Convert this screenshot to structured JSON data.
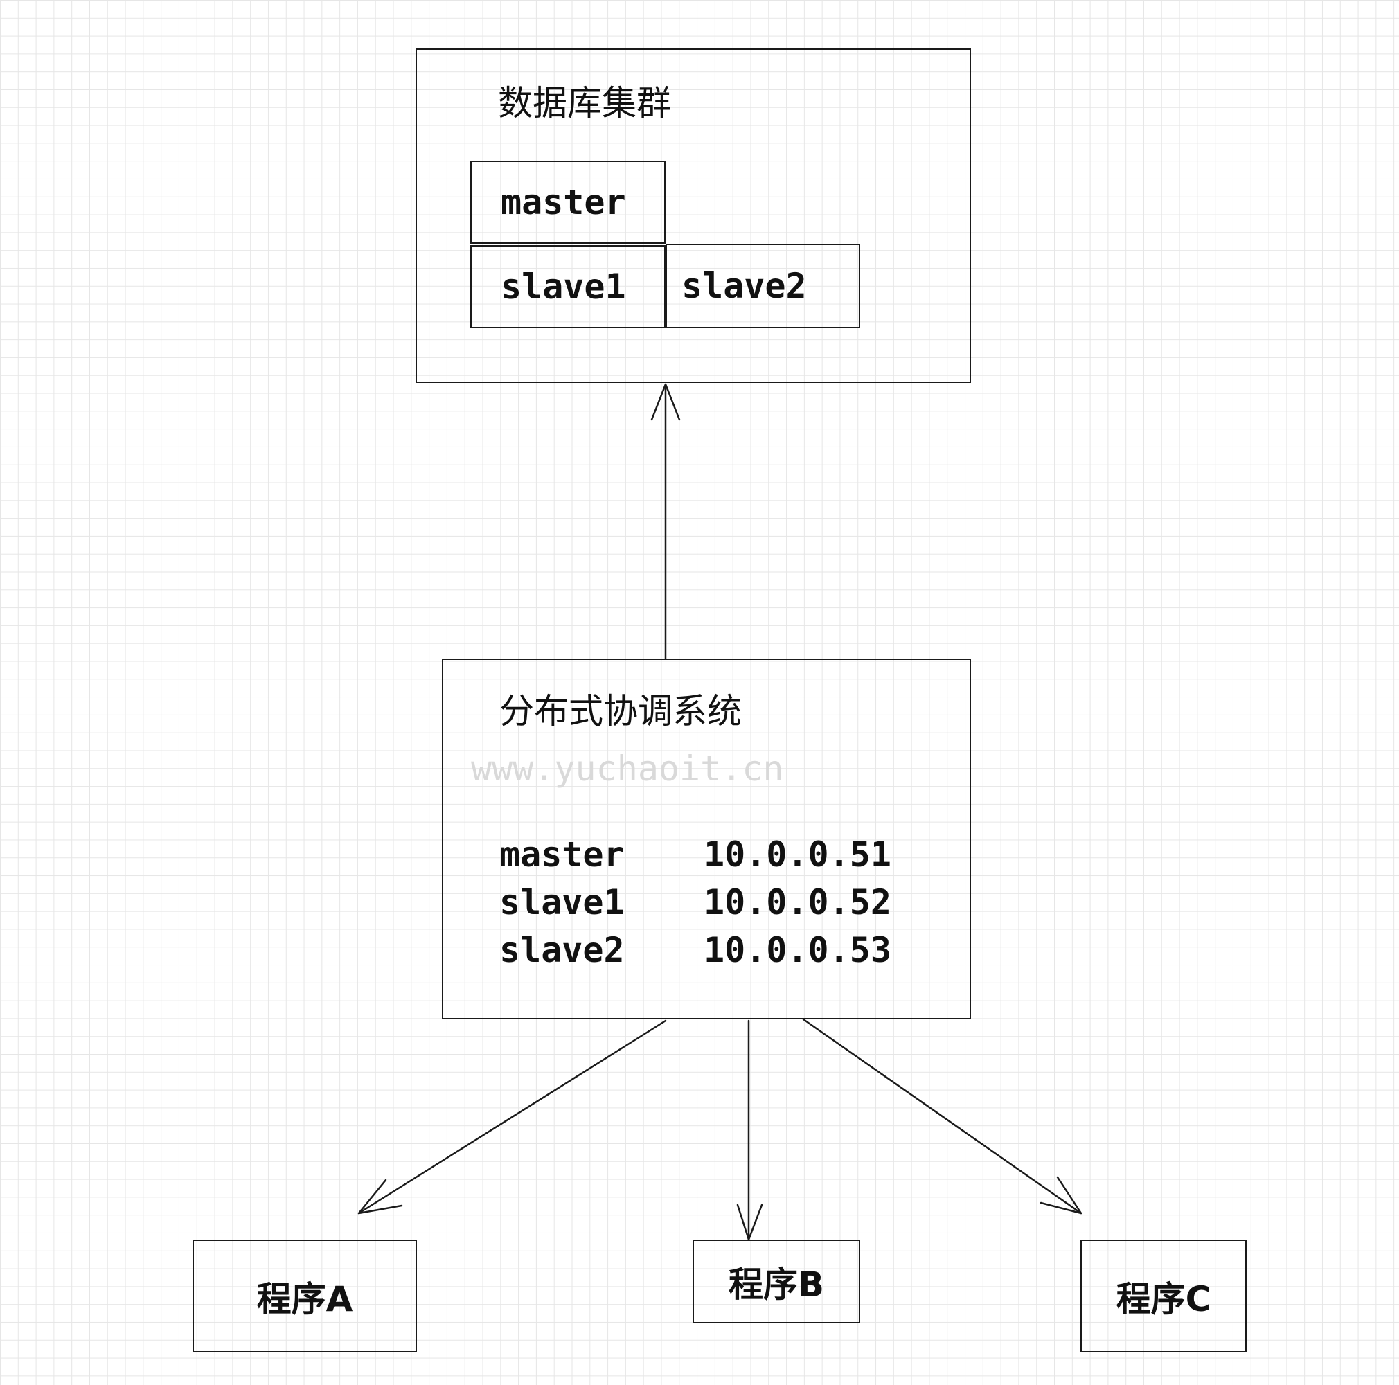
{
  "database_cluster": {
    "title": "数据库集群",
    "nodes": {
      "master": "master",
      "slave1": "slave1",
      "slave2": "slave2"
    }
  },
  "coordination_system": {
    "title": "分布式协调系统",
    "watermark": "www.yuchaoit.cn",
    "config": [
      {
        "name": "master",
        "ip": "10.0.0.51"
      },
      {
        "name": "slave1",
        "ip": "10.0.0.52"
      },
      {
        "name": "slave2",
        "ip": "10.0.0.53"
      }
    ]
  },
  "programs": [
    {
      "label": "程序A"
    },
    {
      "label": "程序B"
    },
    {
      "label": "程序C"
    }
  ],
  "colors": {
    "stroke": "#1a1a1a",
    "grid": "#e6e6e6",
    "watermark": "#d9d9d9"
  }
}
